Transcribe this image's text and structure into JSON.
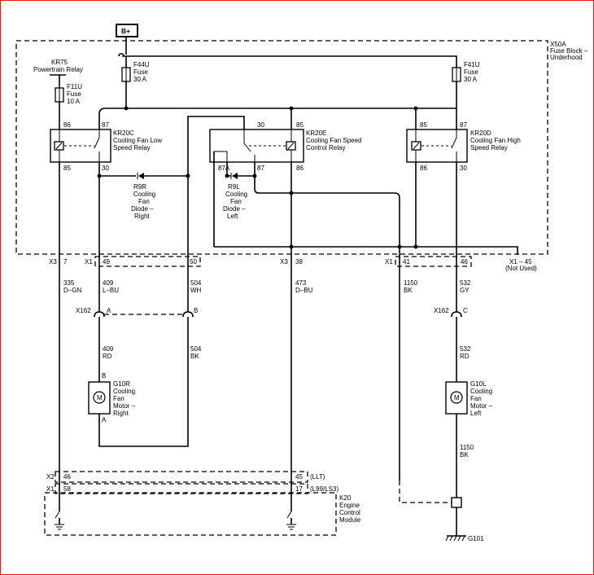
{
  "supply": {
    "label": "B+"
  },
  "fuse_block": {
    "name": "X50A",
    "desc1": "Fuse Block –",
    "desc2": "Underhood"
  },
  "powertrain_relay": {
    "name": "KR75",
    "desc": "Powertrain Relay"
  },
  "fuses": [
    {
      "name": "F11U",
      "type": "Fuse",
      "rating": "10 A"
    },
    {
      "name": "F44U",
      "type": "Fuse",
      "rating": "30 A"
    },
    {
      "name": "F41U",
      "type": "Fuse",
      "rating": "30 A"
    }
  ],
  "relays": [
    {
      "name": "KR20C",
      "desc1": "Cooling Fan Low",
      "desc2": "Speed Relay",
      "pins": [
        "86",
        "87",
        "85",
        "30"
      ]
    },
    {
      "name": "KR20E",
      "desc1": "Cooling Fan Speed",
      "desc2": "Control Relay",
      "pins": [
        "30",
        "85",
        "87A",
        "87",
        "86"
      ]
    },
    {
      "name": "KR20D",
      "desc1": "Cooling Fan High",
      "desc2": "Speed Relay",
      "pins": [
        "85",
        "87",
        "86",
        "30"
      ]
    }
  ],
  "diodes": [
    {
      "name": "R9R",
      "lines": [
        "Cooling",
        "Fan",
        "Diode –",
        "Right"
      ]
    },
    {
      "name": "R9L",
      "lines": [
        "Cooling",
        "Fan",
        "Diode –",
        "Left"
      ]
    }
  ],
  "connector_pins": {
    "x3_a": "X3",
    "p7": "7",
    "x1_a": "X1",
    "p49": "49",
    "p50": "50",
    "x3_b": "X3",
    "p38": "38",
    "x1_b": "X1",
    "p41": "41",
    "p46": "46",
    "x1_45": "X1 – 45",
    "not_used": "(Not Used)"
  },
  "wires": [
    {
      "circuit": "335",
      "color": "D–GN"
    },
    {
      "circuit": "409",
      "color": "L–BU"
    },
    {
      "circuit": "504",
      "color": "WH"
    },
    {
      "circuit": "473",
      "color": "D–BU"
    },
    {
      "circuit": "1150",
      "color": "BK"
    },
    {
      "circuit": "532",
      "color": "GY"
    },
    {
      "circuit": "409",
      "color": "RD"
    },
    {
      "circuit": "504",
      "color": "BK"
    },
    {
      "circuit": "532",
      "color": "RD"
    },
    {
      "circuit": "1150",
      "color": "BK"
    }
  ],
  "x162": {
    "name": "X162",
    "name2": "X162",
    "pin_a": "A",
    "pin_b": "B",
    "pin_c": "C"
  },
  "motors": [
    {
      "name": "G10R",
      "lines": [
        "Cooling",
        "Fan",
        "Motor –",
        "Right"
      ],
      "pin_top": "B",
      "pin_bottom": "A",
      "symbol": "M"
    },
    {
      "name": "G10L",
      "lines": [
        "Cooling",
        "Fan",
        "Motor –",
        "Left"
      ],
      "symbol": "M"
    }
  ],
  "ecm": {
    "name": "K20",
    "desc1": "Engine",
    "desc2": "Control",
    "desc3": "Module",
    "x2": "X2",
    "p46": "46",
    "p45": "45",
    "llt": "(LLT)",
    "x1": "X1",
    "p58": "58",
    "p17": "17",
    "l99": "(L99/LS3)"
  },
  "ground": {
    "name": "G101"
  }
}
